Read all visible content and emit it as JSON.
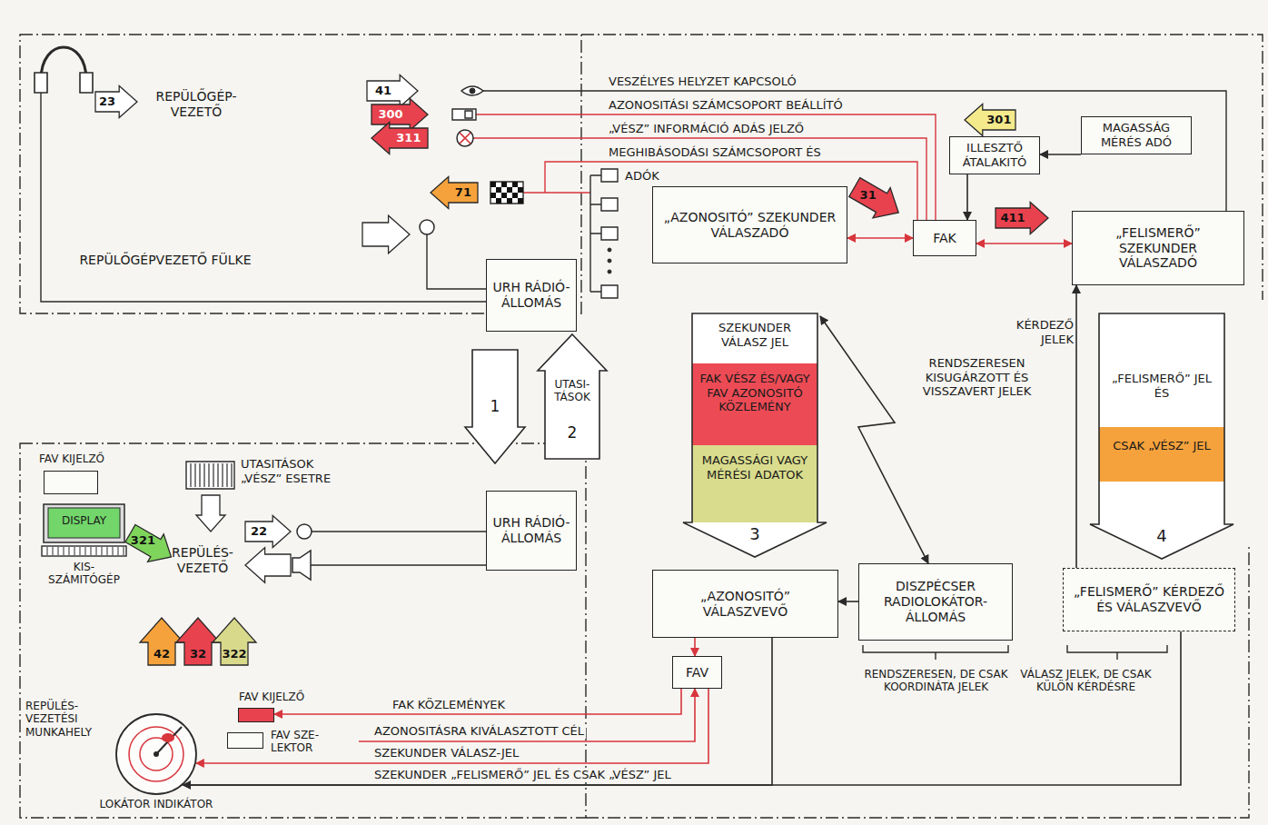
{
  "diagram": {
    "nodes": [
      {
        "text": [
          "REPÜLŐGÉPVEZETŐ FÜLKE"
        ]
      },
      {
        "text": [
          "URH RÁDIÓ- ÁLLOMÁS"
        ],
        "in": 0
      },
      {
        "text": [
          "MAGASSÁG MÉRÉS ADÓ"
        ]
      },
      {
        "text": [
          "ILLESZTŐ ÁTALAKITÓ"
        ]
      },
      {
        "text": [
          "„AZONOSITÓ” SZEKUNDER VÁLASZADÓ"
        ]
      },
      {
        "text": [
          "FAK"
        ]
      },
      {
        "text": [
          "„FELISMERŐ” SZEKUNDER VÁLASZADÓ"
        ]
      },
      {
        "text": [
          "1"
        ]
      },
      {
        "text": [
          "UTASI- TÁSOK",
          "2"
        ]
      },
      {
        "text": [
          "SZEKUNDER VÁLASZ JEL",
          "FAK VÉSZ ÉS/VAGY FAV AZONOSITÓ KÖZLEMÉNY",
          "MAGASSÁGI VAGY MÉRÉSI ADATOK",
          "3"
        ]
      },
      {
        "text": [
          "„FELISMERŐ” JEL ÉS",
          "CSAK „VÉSZ” JEL",
          "4"
        ]
      },
      {
        "text": [
          "REPÜLÉS- VEZETÉSI MUNKAHELY"
        ]
      },
      {
        "text": [
          "FAV KIJELZŐ"
        ],
        "in": 11
      },
      {
        "text": [
          "DISPLAY",
          "KIS- SZÁMITÓGÉP"
        ],
        "in": 11
      },
      {
        "text": [
          "URH RÁDIÓ- ÁLLOMÁS"
        ],
        "in": 11
      },
      {
        "text": [
          "„AZONOSITÓ” VÁLASZVEVŐ"
        ]
      },
      {
        "text": [
          "DISZPÉCSER RADIOLOKÁTOR- ÁLLOMÁS"
        ]
      },
      {
        "text": [
          "„FELISMERŐ” KÉRDEZŐ ÉS VÁLASZVEVŐ"
        ]
      },
      {
        "text": [
          "FAV"
        ]
      },
      {
        "text": [
          "FAV KIJELZŐ"
        ],
        "in": 11
      },
      {
        "text": [
          "FAV SZE- LEKTOR"
        ],
        "in": 11
      },
      {
        "text": [
          "LOKÁTOR INDIKÁTOR"
        ],
        "in": 11
      }
    ],
    "edges": [
      {
        "from": 2,
        "to": 3,
        "arrow": "to"
      },
      {
        "from": 3,
        "to": 5,
        "arrow": "to"
      },
      {
        "from": 4,
        "to": 5,
        "arrow": "both"
      },
      {
        "from": 5,
        "to": 6,
        "arrow": "both"
      },
      {
        "from": 17,
        "to": 6,
        "label": "KÉRDEZŐ JELEK",
        "arrow": "to"
      },
      {
        "from": 16,
        "to": 15,
        "arrow": "to"
      },
      {
        "from": 15,
        "to": 18,
        "arrow": "to"
      },
      {
        "from": 18,
        "to": 19,
        "label": "FAK KÖZLEMÉNYEK",
        "arrow": "to"
      },
      {
        "from": 20,
        "to": 18,
        "label": "AZONOSITÁSRA KIVÁLASZTOTT CÉL",
        "arrow": "to"
      },
      {
        "from": 18,
        "to": 21,
        "label": "SZEKUNDER VÁLASZ-JEL",
        "arrow": "to"
      },
      {
        "from": 15,
        "to": 21,
        "arrow": "to"
      },
      {
        "from": 17,
        "to": 21,
        "label": "SZEKUNDER „FELISMERŐ” JEL ÉS CSAK „VÉSZ” JEL",
        "arrow": "to"
      },
      {
        "from": 9,
        "to": 16,
        "arrow": "both"
      }
    ],
    "labels": [
      "41",
      "VESZÉLYES HELYZET KAPCSOLÓ",
      "300",
      "AZONOSITÁSI SZÁMCSOPORT BEÁLLÍTÓ",
      "23",
      "REPÜLŐGÉP- VEZETŐ",
      "311",
      "„VÉSZ” INFORMÁCIÓ ADÁS JELZŐ",
      "MEGHIBÁSODÁSI SZÁMCSOPORT ÉS",
      "301",
      "71",
      "ADÓK",
      "31",
      "411",
      "RENDSZERESEN KISUGÁRZOTT ÉS VISSZAVERT JELEK",
      "UTASITÁSOK „VÉSZ” ESETRE",
      "321",
      "22",
      "REPÜLÉS- VEZETŐ",
      "42",
      "32",
      "322",
      "RENDSZERESEN, DE CSAK KOORDINÁTA JELEK",
      "VÁLASZ JELEK, DE CSAK KÜLÖN KÉRDÉSRE"
    ]
  }
}
